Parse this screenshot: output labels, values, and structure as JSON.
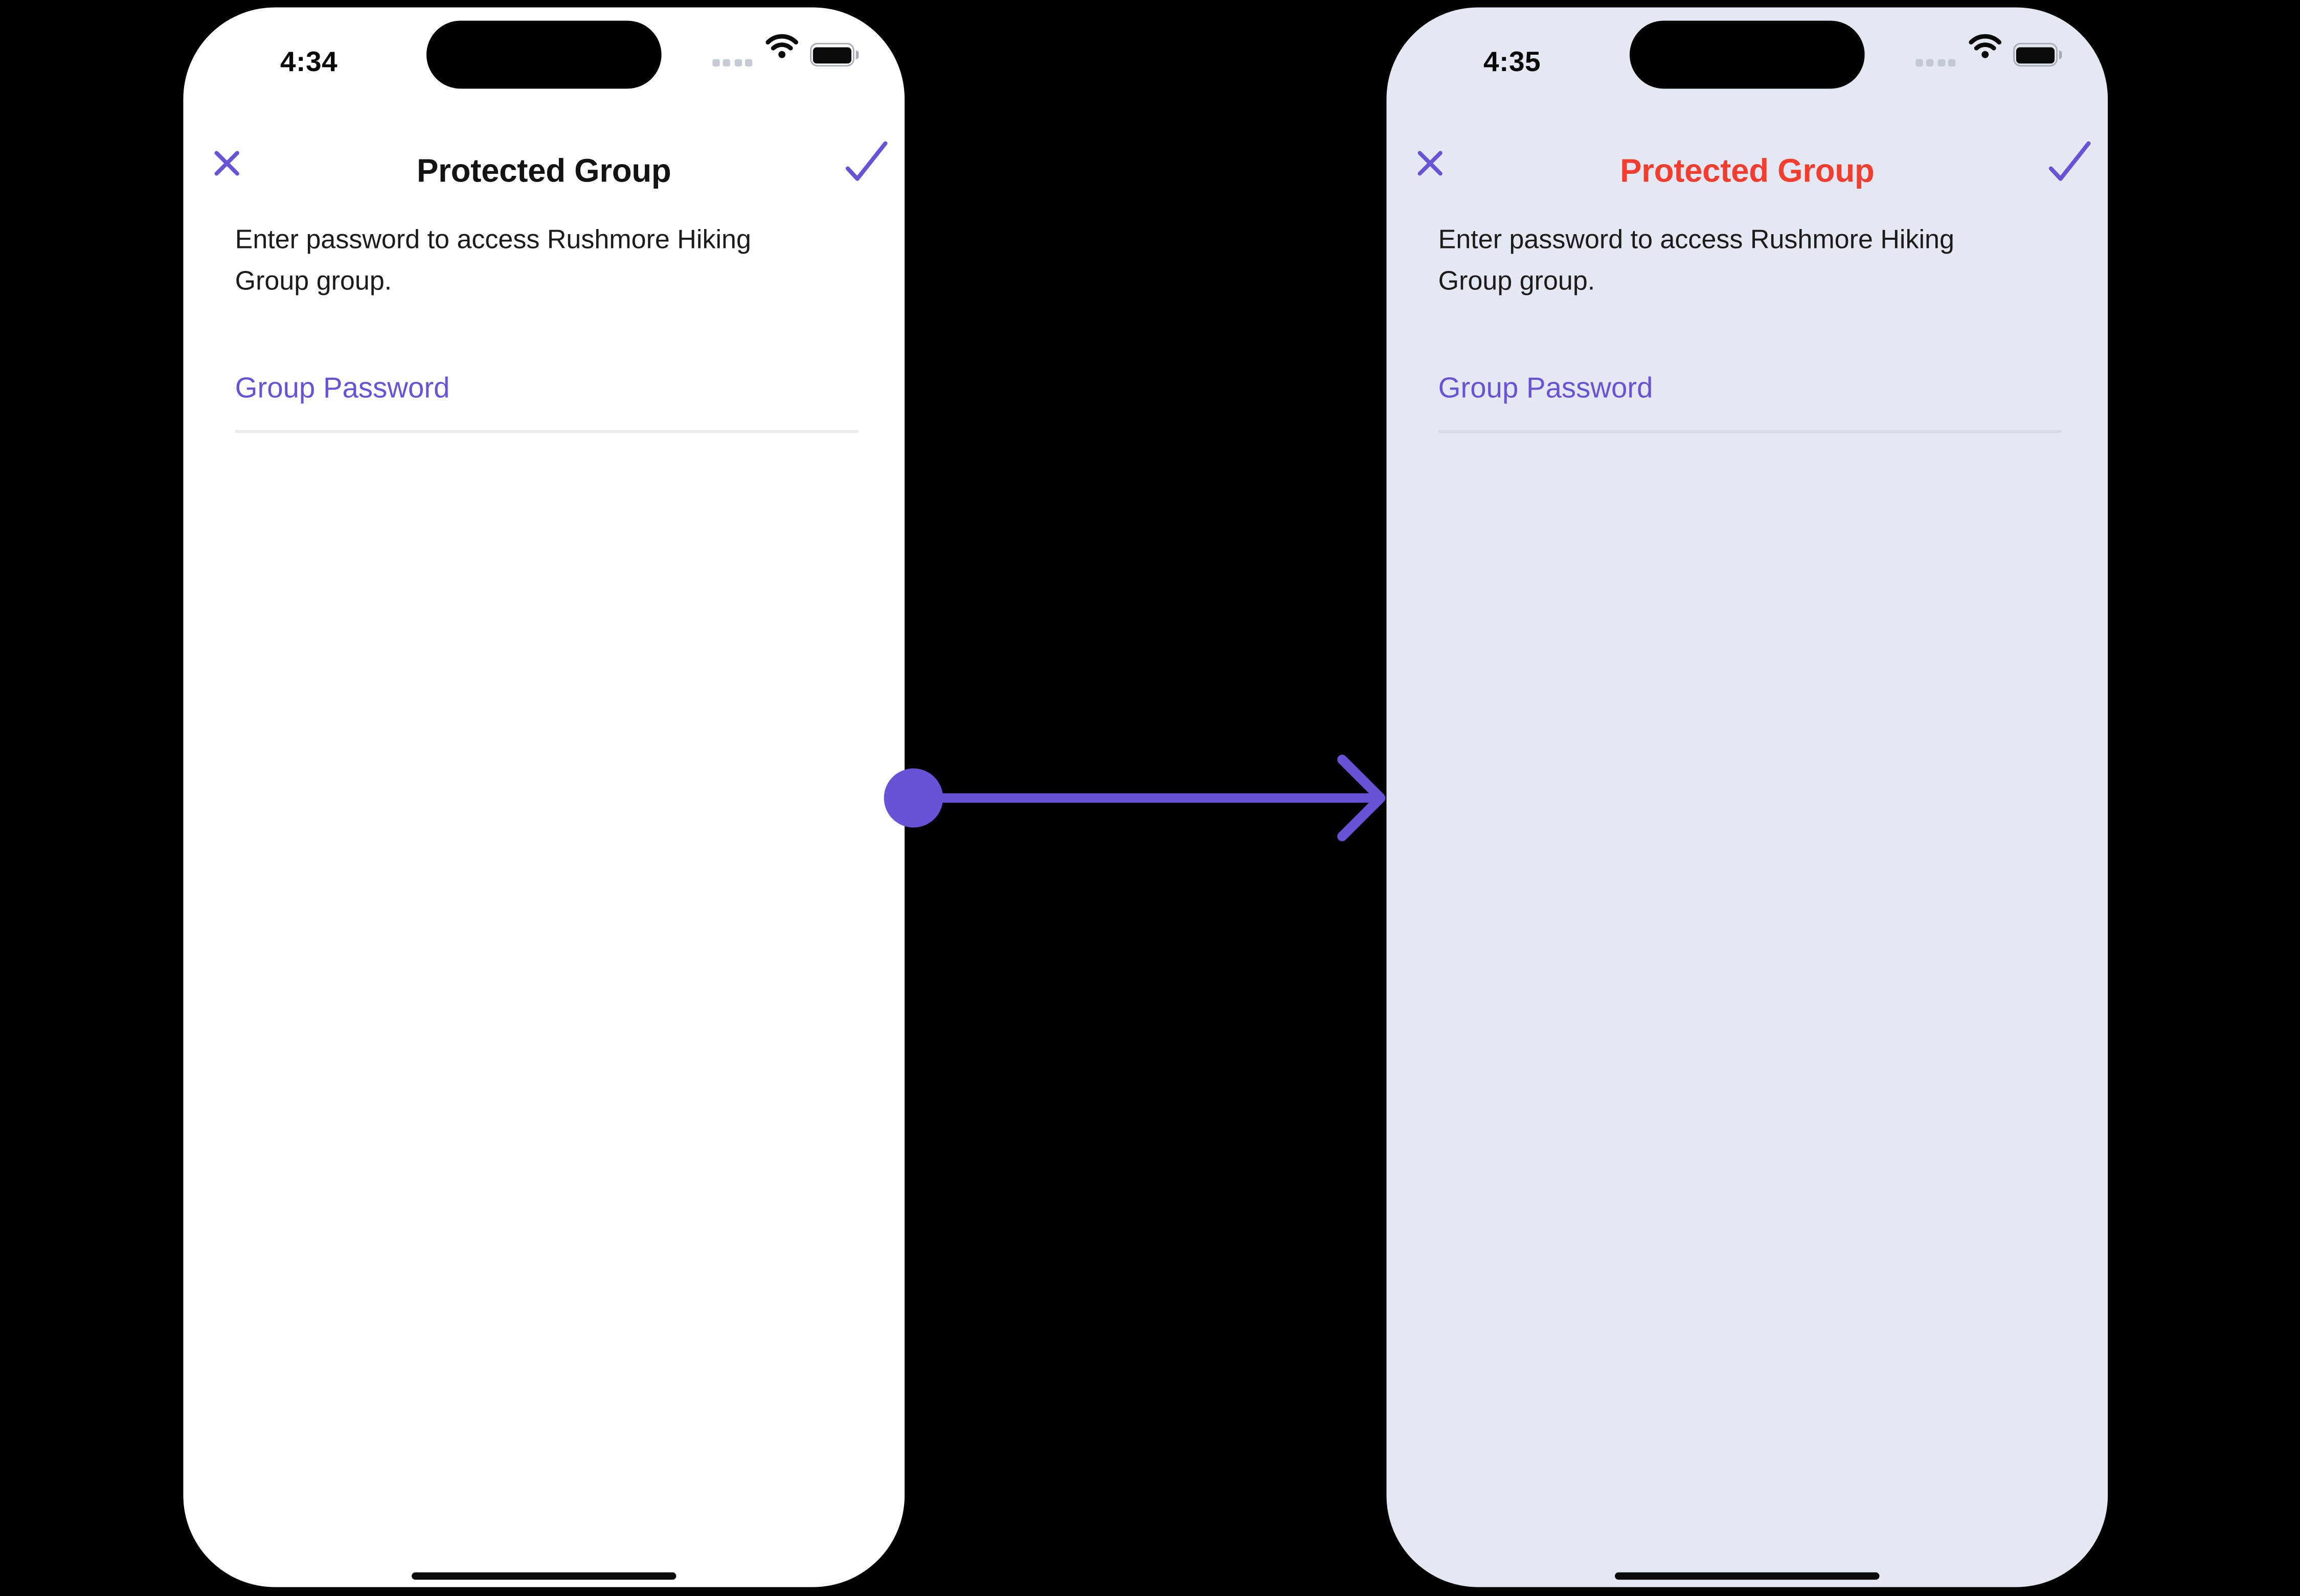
{
  "page": {
    "background": "#000000",
    "kind": "iOS app screen transition mockup (before and after)"
  },
  "colors": {
    "accent_purple": "#6852d6",
    "title_red": "#f43d2f",
    "phone_before_bg": "#ffffff",
    "phone_after_bg": "#e4e8f3",
    "body_text": "#1b1b1d",
    "underline_before": "#ececec",
    "underline_after": "#d6dae3"
  },
  "phones": [
    {
      "name": "before",
      "status_bar": {
        "time": "4:34",
        "cellular_icon": "cellular-signal-dots",
        "wifi_icon": "wifi",
        "battery_icon": "battery-full"
      },
      "nav_bar": {
        "close_icon": "close-x",
        "title": "Protected Group",
        "confirm_icon": "checkmark"
      },
      "body": {
        "description": "Enter password to access Rushmore Hiking Group group.",
        "password_field": {
          "label": "Group Password",
          "value": ""
        }
      }
    },
    {
      "name": "after",
      "status_bar": {
        "time": "4:35",
        "cellular_icon": "cellular-signal-dots",
        "wifi_icon": "wifi",
        "battery_icon": "battery-full"
      },
      "nav_bar": {
        "close_icon": "close-x",
        "title": "Protected Group",
        "confirm_icon": "checkmark"
      },
      "body": {
        "description": "Enter password to access Rushmore Hiking Group group.",
        "password_field": {
          "label": "Group Password",
          "value": ""
        }
      }
    }
  ],
  "annotation_arrow": {
    "shape": "dot, horizontal line, arrowhead",
    "color": "#6852d6",
    "direction": "left-to-right"
  }
}
